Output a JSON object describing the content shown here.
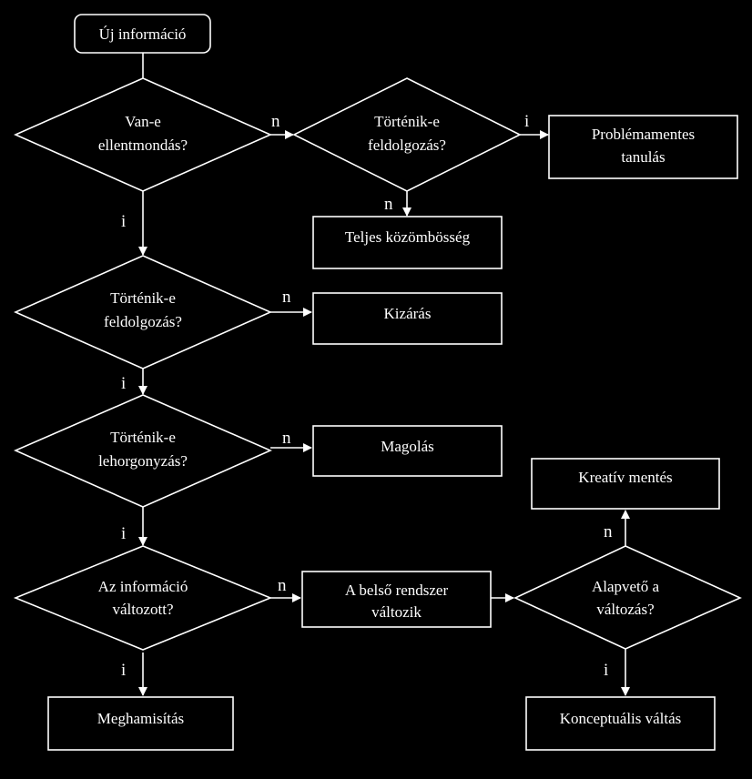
{
  "nodes": {
    "start": "Új információ",
    "d_contradiction": [
      "Van-e",
      "ellentmondás?"
    ],
    "d_processing_top": [
      "Történik-e",
      "feldolgozás?"
    ],
    "problem_free": [
      "Problémamentes",
      "tanulás"
    ],
    "indifference": "Teljes közömbösség",
    "d_processing_mid": [
      "Történik-e",
      "feldolgozás?"
    ],
    "exclusion": "Kizárás",
    "d_anchoring": [
      "Történik-e",
      "lehorgonyzás?"
    ],
    "rote": "Magolás",
    "creative_rescue": "Kreatív mentés",
    "d_info_changed": [
      "Az információ",
      "változott?"
    ],
    "inner_system": [
      "A belső rendszer",
      "változik"
    ],
    "d_fundamental": [
      "Alapvető a",
      "változás?"
    ],
    "falsification": "Meghamisítás",
    "conceptual_change": "Konceptuális váltás"
  },
  "edge_labels": {
    "yes": "i",
    "no": "n"
  },
  "colors": {
    "background": "#000000",
    "foreground": "#ffffff"
  }
}
